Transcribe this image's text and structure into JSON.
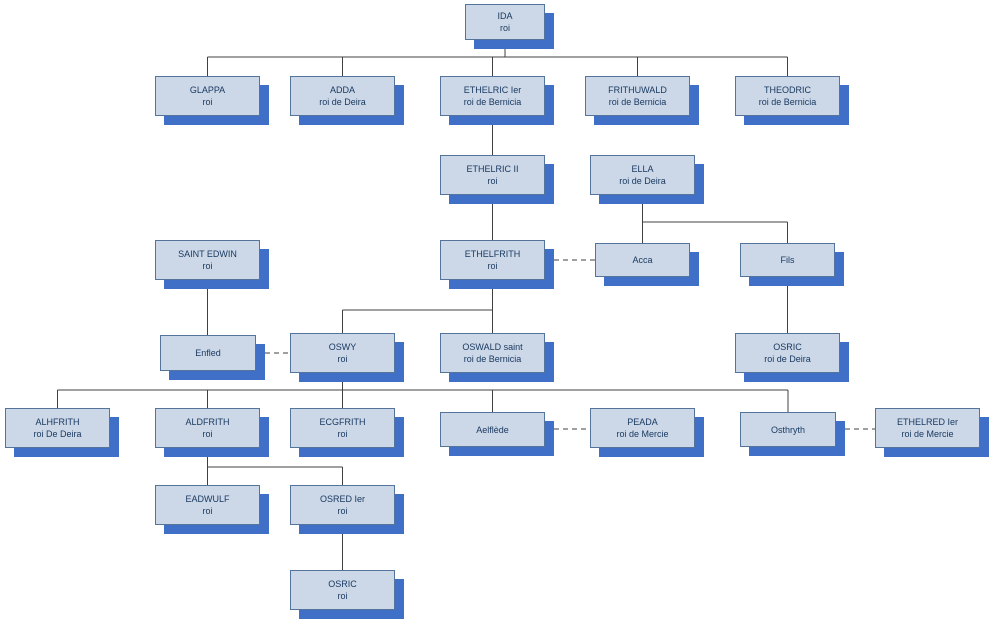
{
  "diagram": {
    "type": "family-tree",
    "colors": {
      "box_fill": "#ccd8e8",
      "box_border": "#54749c",
      "box_shadow": "#3f6fc6",
      "text": "#17375e",
      "line": "#404040",
      "background": "#ffffff"
    },
    "nodes": {
      "ida": {
        "name": "IDA",
        "title": "roi"
      },
      "glappa": {
        "name": "GLAPPA",
        "title": "roi"
      },
      "adda": {
        "name": "ADDA",
        "title": "roi de Deira"
      },
      "ethelric1": {
        "name": "ETHELRIC Ier",
        "title": "roi de Bernicia"
      },
      "frithuwald": {
        "name": "FRITHUWALD",
        "title": "roi de Bernicia"
      },
      "theodric": {
        "name": "THEODRIC",
        "title": "roi de Bernicia"
      },
      "ethelric2": {
        "name": "ETHELRIC II",
        "title": "roi"
      },
      "ella": {
        "name": "ELLA",
        "title": "roi de Deira"
      },
      "saintedwin": {
        "name": "SAINT EDWIN",
        "title": "roi"
      },
      "ethelfrith": {
        "name": "ETHELFRITH",
        "title": "roi"
      },
      "acca": {
        "name": "Acca",
        "title": ""
      },
      "fils": {
        "name": "Fils",
        "title": ""
      },
      "enfled": {
        "name": "Enfled",
        "title": ""
      },
      "oswy": {
        "name": "OSWY",
        "title": "roi"
      },
      "oswald": {
        "name": "OSWALD saint",
        "title": "roi de Bernicia"
      },
      "osric_deira": {
        "name": "OSRIC",
        "title": "roi de Deira"
      },
      "alhfrith": {
        "name": "ALHFRITH",
        "title": "roi De Deira"
      },
      "aldfrith": {
        "name": "ALDFRITH",
        "title": "roi"
      },
      "ecgfrith": {
        "name": "ECGFRITH",
        "title": "roi"
      },
      "aelflede": {
        "name": "Aelflède",
        "title": ""
      },
      "peada": {
        "name": "PEADA",
        "title": "roi de Mercie"
      },
      "osthryth": {
        "name": "Osthryth",
        "title": ""
      },
      "ethelred": {
        "name": "ETHELRED Ier",
        "title": "roi de Mercie"
      },
      "eadwulf": {
        "name": "EADWULF",
        "title": "roi"
      },
      "osred": {
        "name": "OSRED Ier",
        "title": "roi"
      },
      "osric": {
        "name": "OSRIC",
        "title": "roi"
      }
    }
  }
}
